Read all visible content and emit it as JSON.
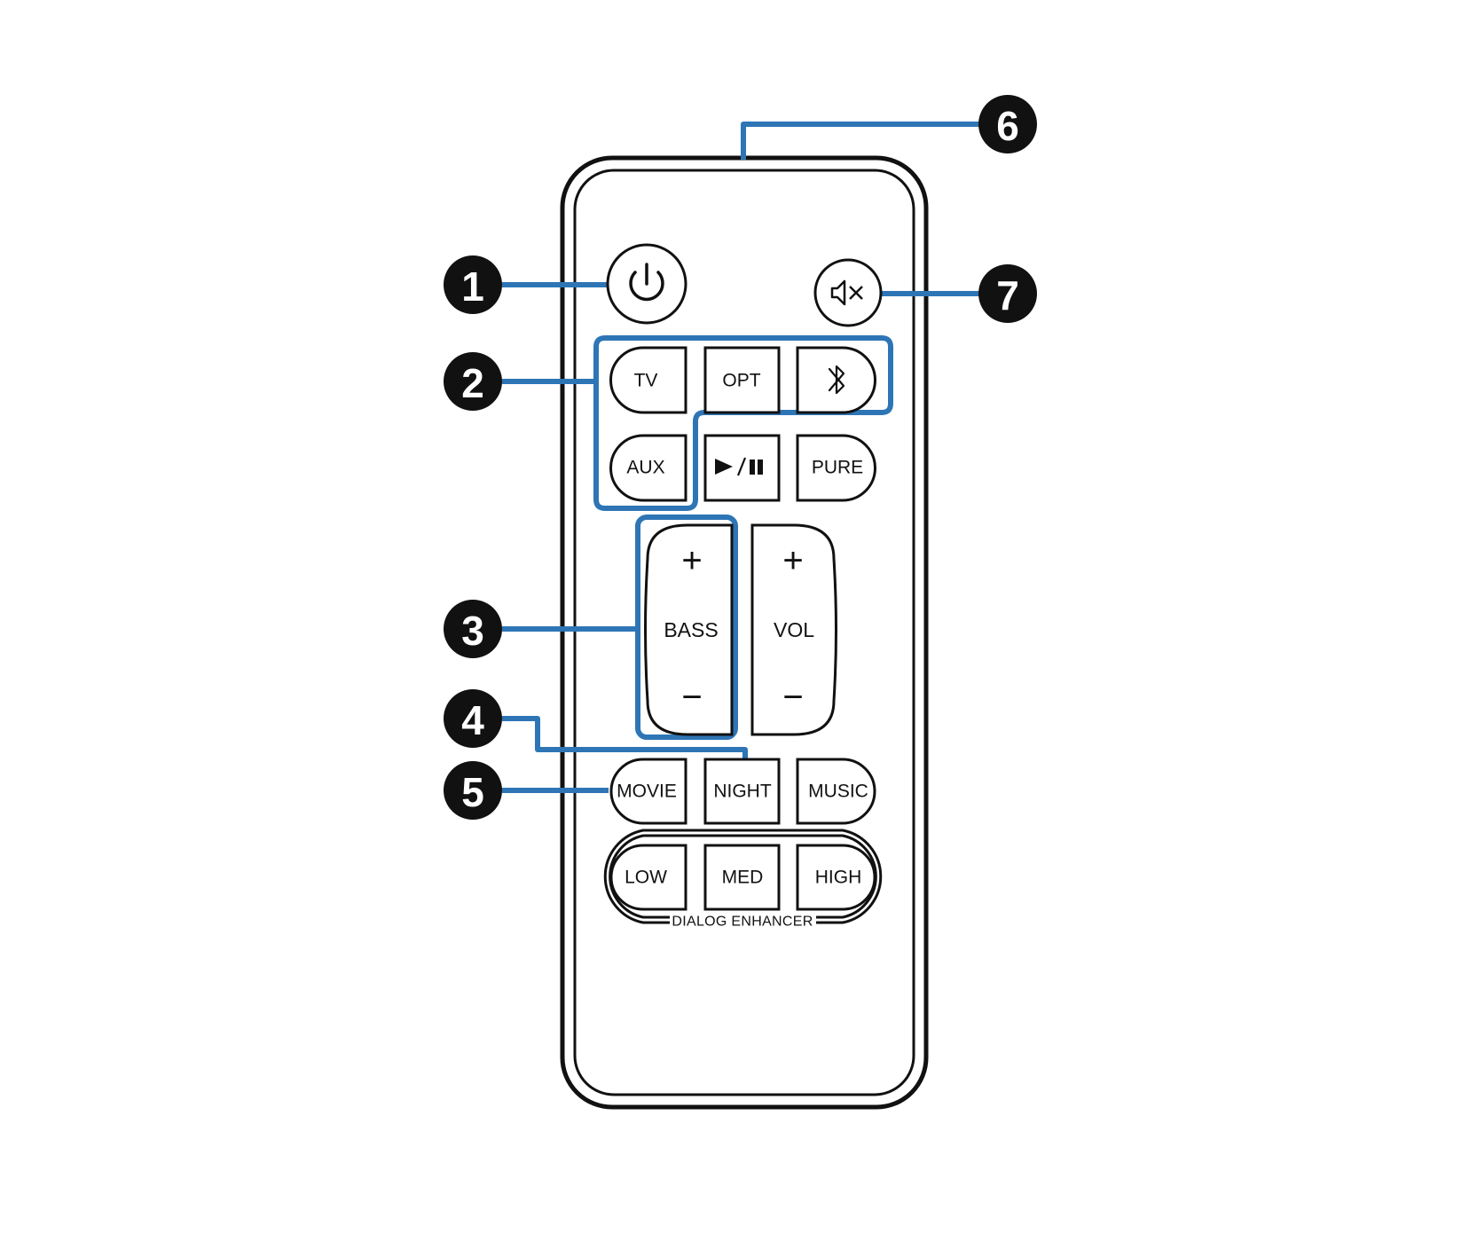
{
  "buttons": {
    "tv": "TV",
    "opt": "OPT",
    "aux": "AUX",
    "pure": "PURE",
    "bass": "BASS",
    "vol": "VOL",
    "plus": "+",
    "minus": "−",
    "movie": "MOVIE",
    "night": "NIGHT",
    "music": "MUSIC",
    "low": "LOW",
    "med": "MED",
    "high": "HIGH"
  },
  "group_caption": "DIALOG ENHANCER",
  "callouts": [
    "1",
    "2",
    "3",
    "4",
    "5",
    "6",
    "7"
  ],
  "icons": [
    "power-icon",
    "mute-icon",
    "bluetooth-icon",
    "play-pause-icon"
  ],
  "colors": {
    "callout_line": "#2e75b6",
    "outline": "#111111",
    "callout_badge": "#111111"
  }
}
